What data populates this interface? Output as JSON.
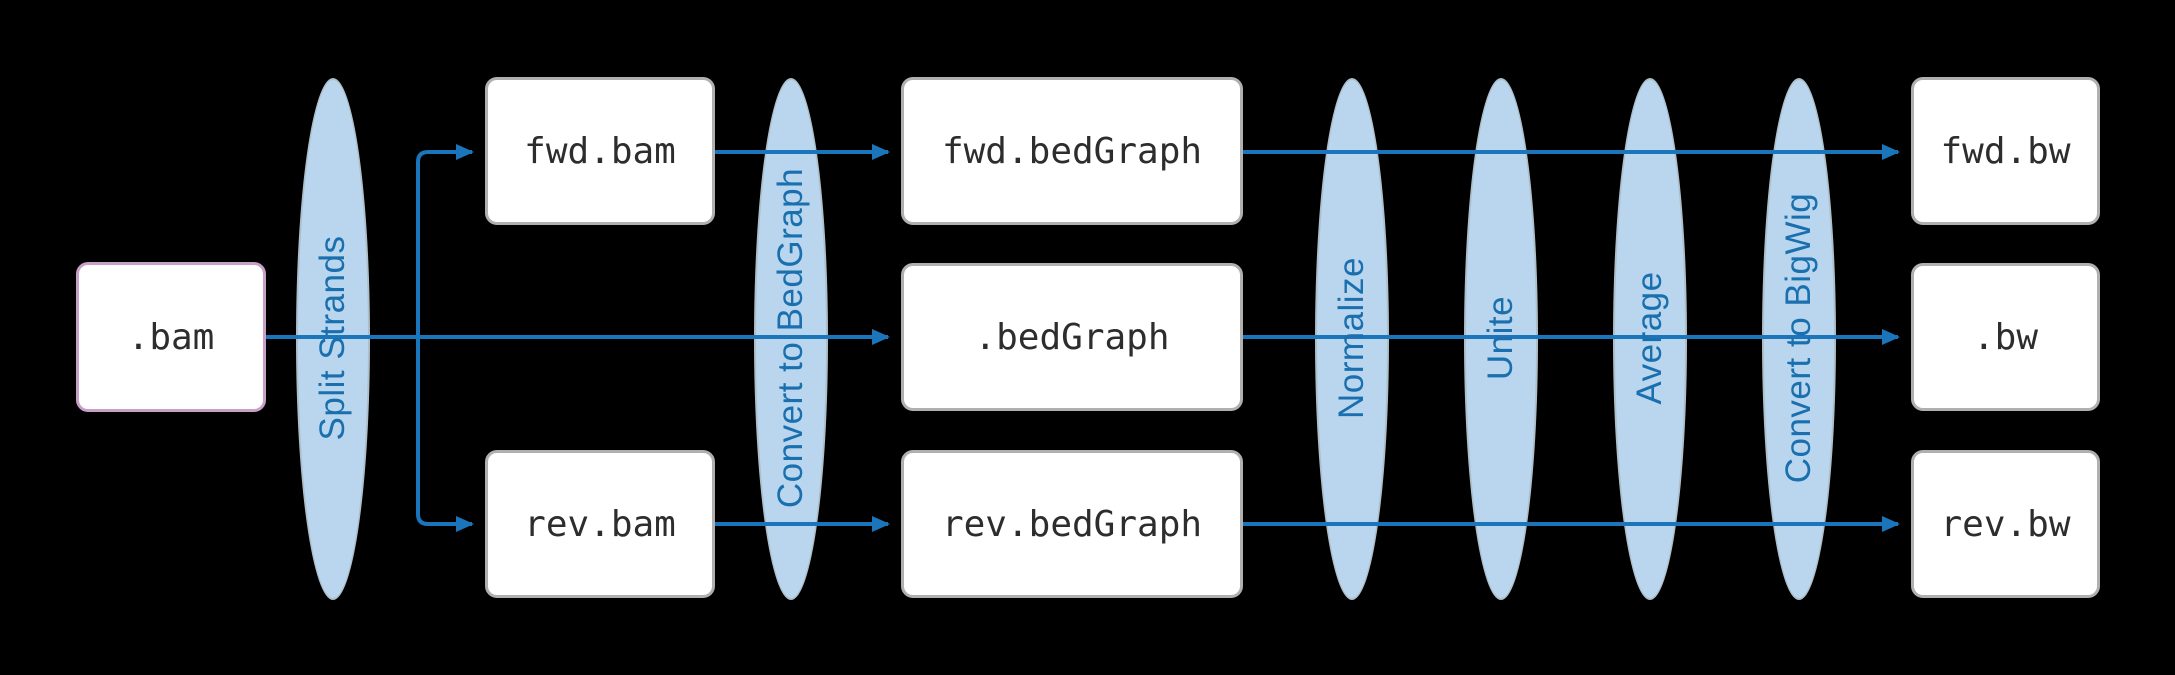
{
  "diagram": {
    "nodes": {
      "bam": ".bam",
      "fwd_bam": "fwd.bam",
      "rev_bam": "rev.bam",
      "fwd_bedgraph": "fwd.bedGraph",
      "bedgraph": ".bedGraph",
      "rev_bedgraph": "rev.bedGraph",
      "fwd_bw": "fwd.bw",
      "bw": ".bw",
      "rev_bw": "rev.bw"
    },
    "processes": {
      "split_strands": "Split Strands",
      "convert_bedgraph": "Convert to BedGraph",
      "normalize": "Normalize",
      "unite": "Unite",
      "average": "Average",
      "convert_bigwig": "Convert to BigWig"
    },
    "edges": [
      {
        "from": ".bam",
        "to": "fwd.bam",
        "via": "Split Strands"
      },
      {
        "from": ".bam",
        "to": ".bedGraph",
        "via": "Split Strands, Convert to BedGraph"
      },
      {
        "from": ".bam",
        "to": "rev.bam",
        "via": "Split Strands"
      },
      {
        "from": "fwd.bam",
        "to": "fwd.bedGraph",
        "via": "Convert to BedGraph"
      },
      {
        "from": "rev.bam",
        "to": "rev.bedGraph",
        "via": "Convert to BedGraph"
      },
      {
        "from": "fwd.bedGraph",
        "to": "fwd.bw",
        "via": "Normalize, Unite, Average, Convert to BigWig"
      },
      {
        "from": ".bedGraph",
        "to": ".bw",
        "via": "Normalize, Unite, Average, Convert to BigWig"
      },
      {
        "from": "rev.bedGraph",
        "to": "rev.bw",
        "via": "Normalize, Unite, Average, Convert to BigWig"
      }
    ],
    "colors": {
      "background": "#000000",
      "node_fill": "#ffffff",
      "node_border": "#b0b0b0",
      "input_node_border": "#c79fc7",
      "node_text": "#2d2d2d",
      "process_fill": "#b9d6ee",
      "process_border": "#aebfca",
      "process_text": "#1a6fae",
      "arrow": "#1b75bb"
    }
  }
}
